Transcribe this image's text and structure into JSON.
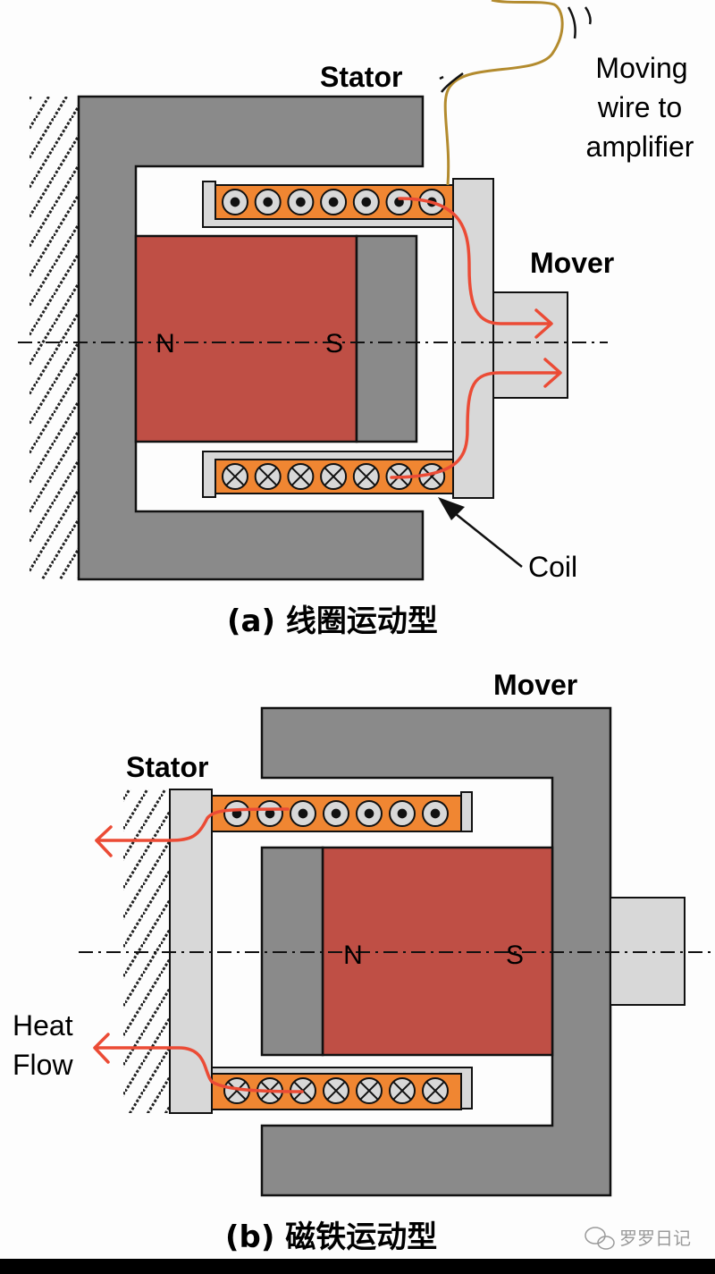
{
  "colors": {
    "iron": "#8a8a8a",
    "magnet": "#bf4f45",
    "coil": "#f08632",
    "bobbin": "#d8d8d8",
    "heat_arrow": "#eb4b35",
    "wire": "#b38b2e",
    "outline": "#111111"
  },
  "figure_a": {
    "stator_label": "Stator",
    "mover_label": "Mover",
    "wire_label_lines": [
      "Moving",
      "wire to",
      "amplifier"
    ],
    "coil_label": "Coil",
    "pole_n": "N",
    "pole_s": "S",
    "caption": "(a) 线圈运动型",
    "top_coil_symbol": "dot",
    "bottom_coil_symbol": "cross",
    "turns_per_row": 7
  },
  "figure_b": {
    "stator_label": "Stator",
    "mover_label": "Mover",
    "heat_label_lines": [
      "Heat",
      "Flow"
    ],
    "pole_n": "N",
    "pole_s": "S",
    "caption": "(b) 磁铁运动型",
    "top_coil_symbol": "dot",
    "bottom_coil_symbol": "cross",
    "turns_per_row": 7
  },
  "watermark": {
    "icon": "wechat-icon",
    "text": "罗罗日记"
  }
}
